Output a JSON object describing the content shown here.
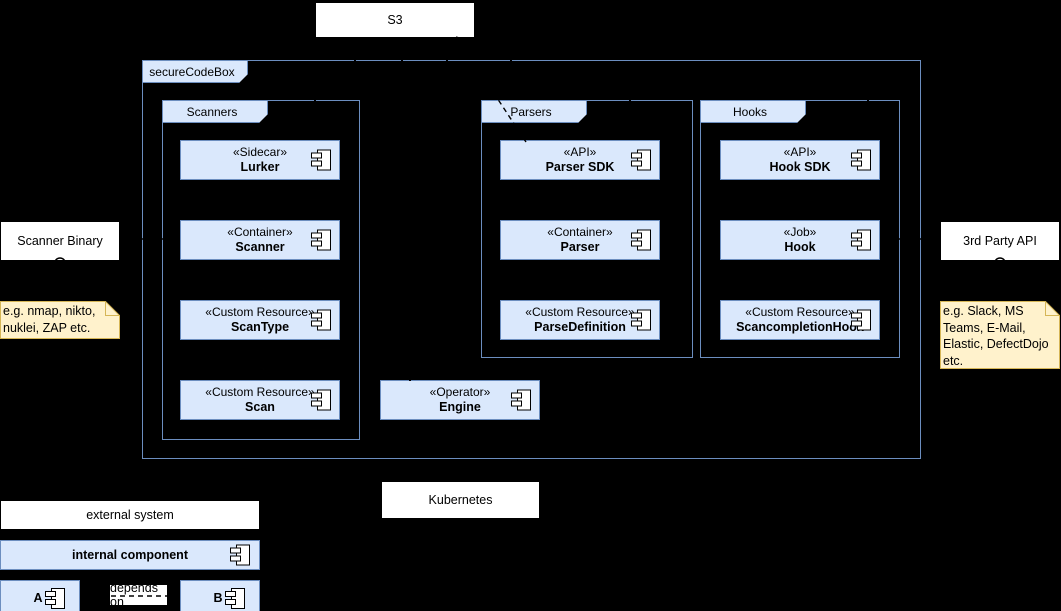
{
  "colors": {
    "background": "#000000",
    "component_fill": "#dae8fc",
    "component_stroke": "#6c8ebf",
    "external_fill": "#ffffff",
    "note_fill": "#fff2cc",
    "note_stroke": "#d6b656",
    "text": "#000000"
  },
  "external": {
    "s3": "S3",
    "kubernetes": "Kubernetes",
    "scanner_binary": "Scanner Binary",
    "third_party_api": "3rd Party API"
  },
  "notes": {
    "left": [
      "e.g. nmap, nikto,",
      "nuklei, ZAP etc."
    ],
    "right": [
      "e.g. Slack, MS",
      "Teams, E-Mail,",
      "Elastic, DefectDojo",
      "etc."
    ]
  },
  "container": {
    "label": "secureCodeBox"
  },
  "packages": {
    "scanners": {
      "label": "Scanners",
      "components": [
        {
          "stereotype": "«Sidecar»",
          "name": "Lurker"
        },
        {
          "stereotype": "«Container»",
          "name": "Scanner"
        },
        {
          "stereotype": "«Custom Resource»",
          "name": "ScanType"
        },
        {
          "stereotype": "«Custom Resource»",
          "name": "Scan"
        }
      ]
    },
    "parsers": {
      "label": "Parsers",
      "components": [
        {
          "stereotype": "«API»",
          "name": "Parser SDK"
        },
        {
          "stereotype": "«Container»",
          "name": "Parser"
        },
        {
          "stereotype": "«Custom Resource»",
          "name": "ParseDefinition"
        }
      ]
    },
    "hooks": {
      "label": "Hooks",
      "components": [
        {
          "stereotype": "«API»",
          "name": "Hook SDK"
        },
        {
          "stereotype": "«Job»",
          "name": "Hook"
        },
        {
          "stereotype": "«Custom Resource»",
          "name": "ScancompletionHook"
        }
      ]
    }
  },
  "engine": {
    "stereotype": "«Operator»",
    "name": "Engine"
  },
  "legend": {
    "external_system": "external system",
    "internal_component": "internal component",
    "a": "A",
    "b": "B",
    "depends_on": "depends on"
  }
}
